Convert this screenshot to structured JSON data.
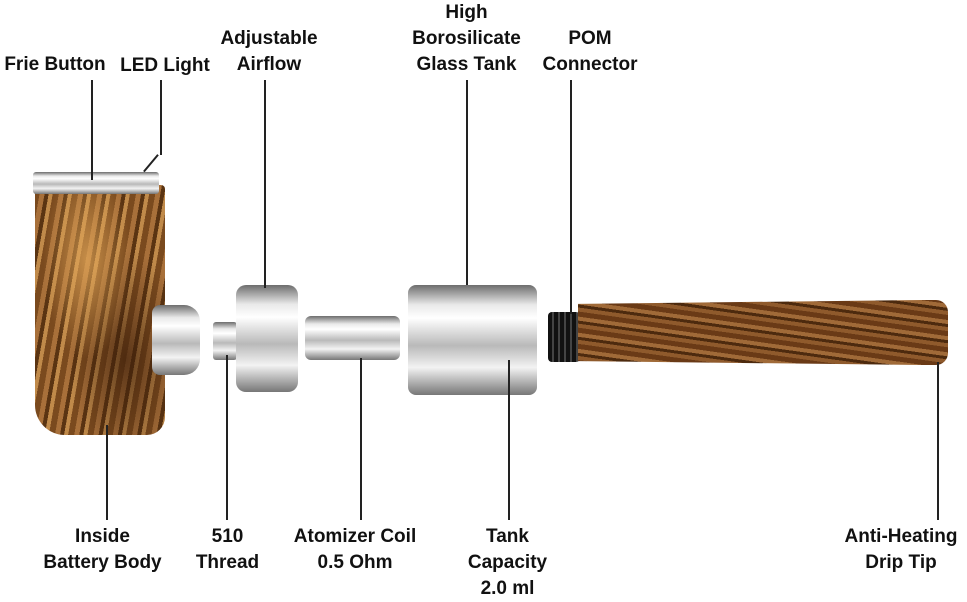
{
  "labels": {
    "fire_button": "Frie Button",
    "led_light": "LED Light",
    "airflow": [
      "Adjustable",
      "Airflow"
    ],
    "glass_tank": [
      "High",
      "Borosilicate",
      "Glass Tank"
    ],
    "pom_connector": [
      "POM",
      "Connector"
    ],
    "battery_body": [
      "Inside",
      "Battery Body"
    ],
    "thread": [
      "510",
      "Thread"
    ],
    "atomizer_coil": [
      "Atomizer Coil",
      "0.5 Ohm"
    ],
    "tank_capacity": [
      "Tank",
      "Capacity",
      "2.0 ml"
    ],
    "drip_tip": [
      "Anti-Heating",
      "Drip Tip"
    ]
  }
}
